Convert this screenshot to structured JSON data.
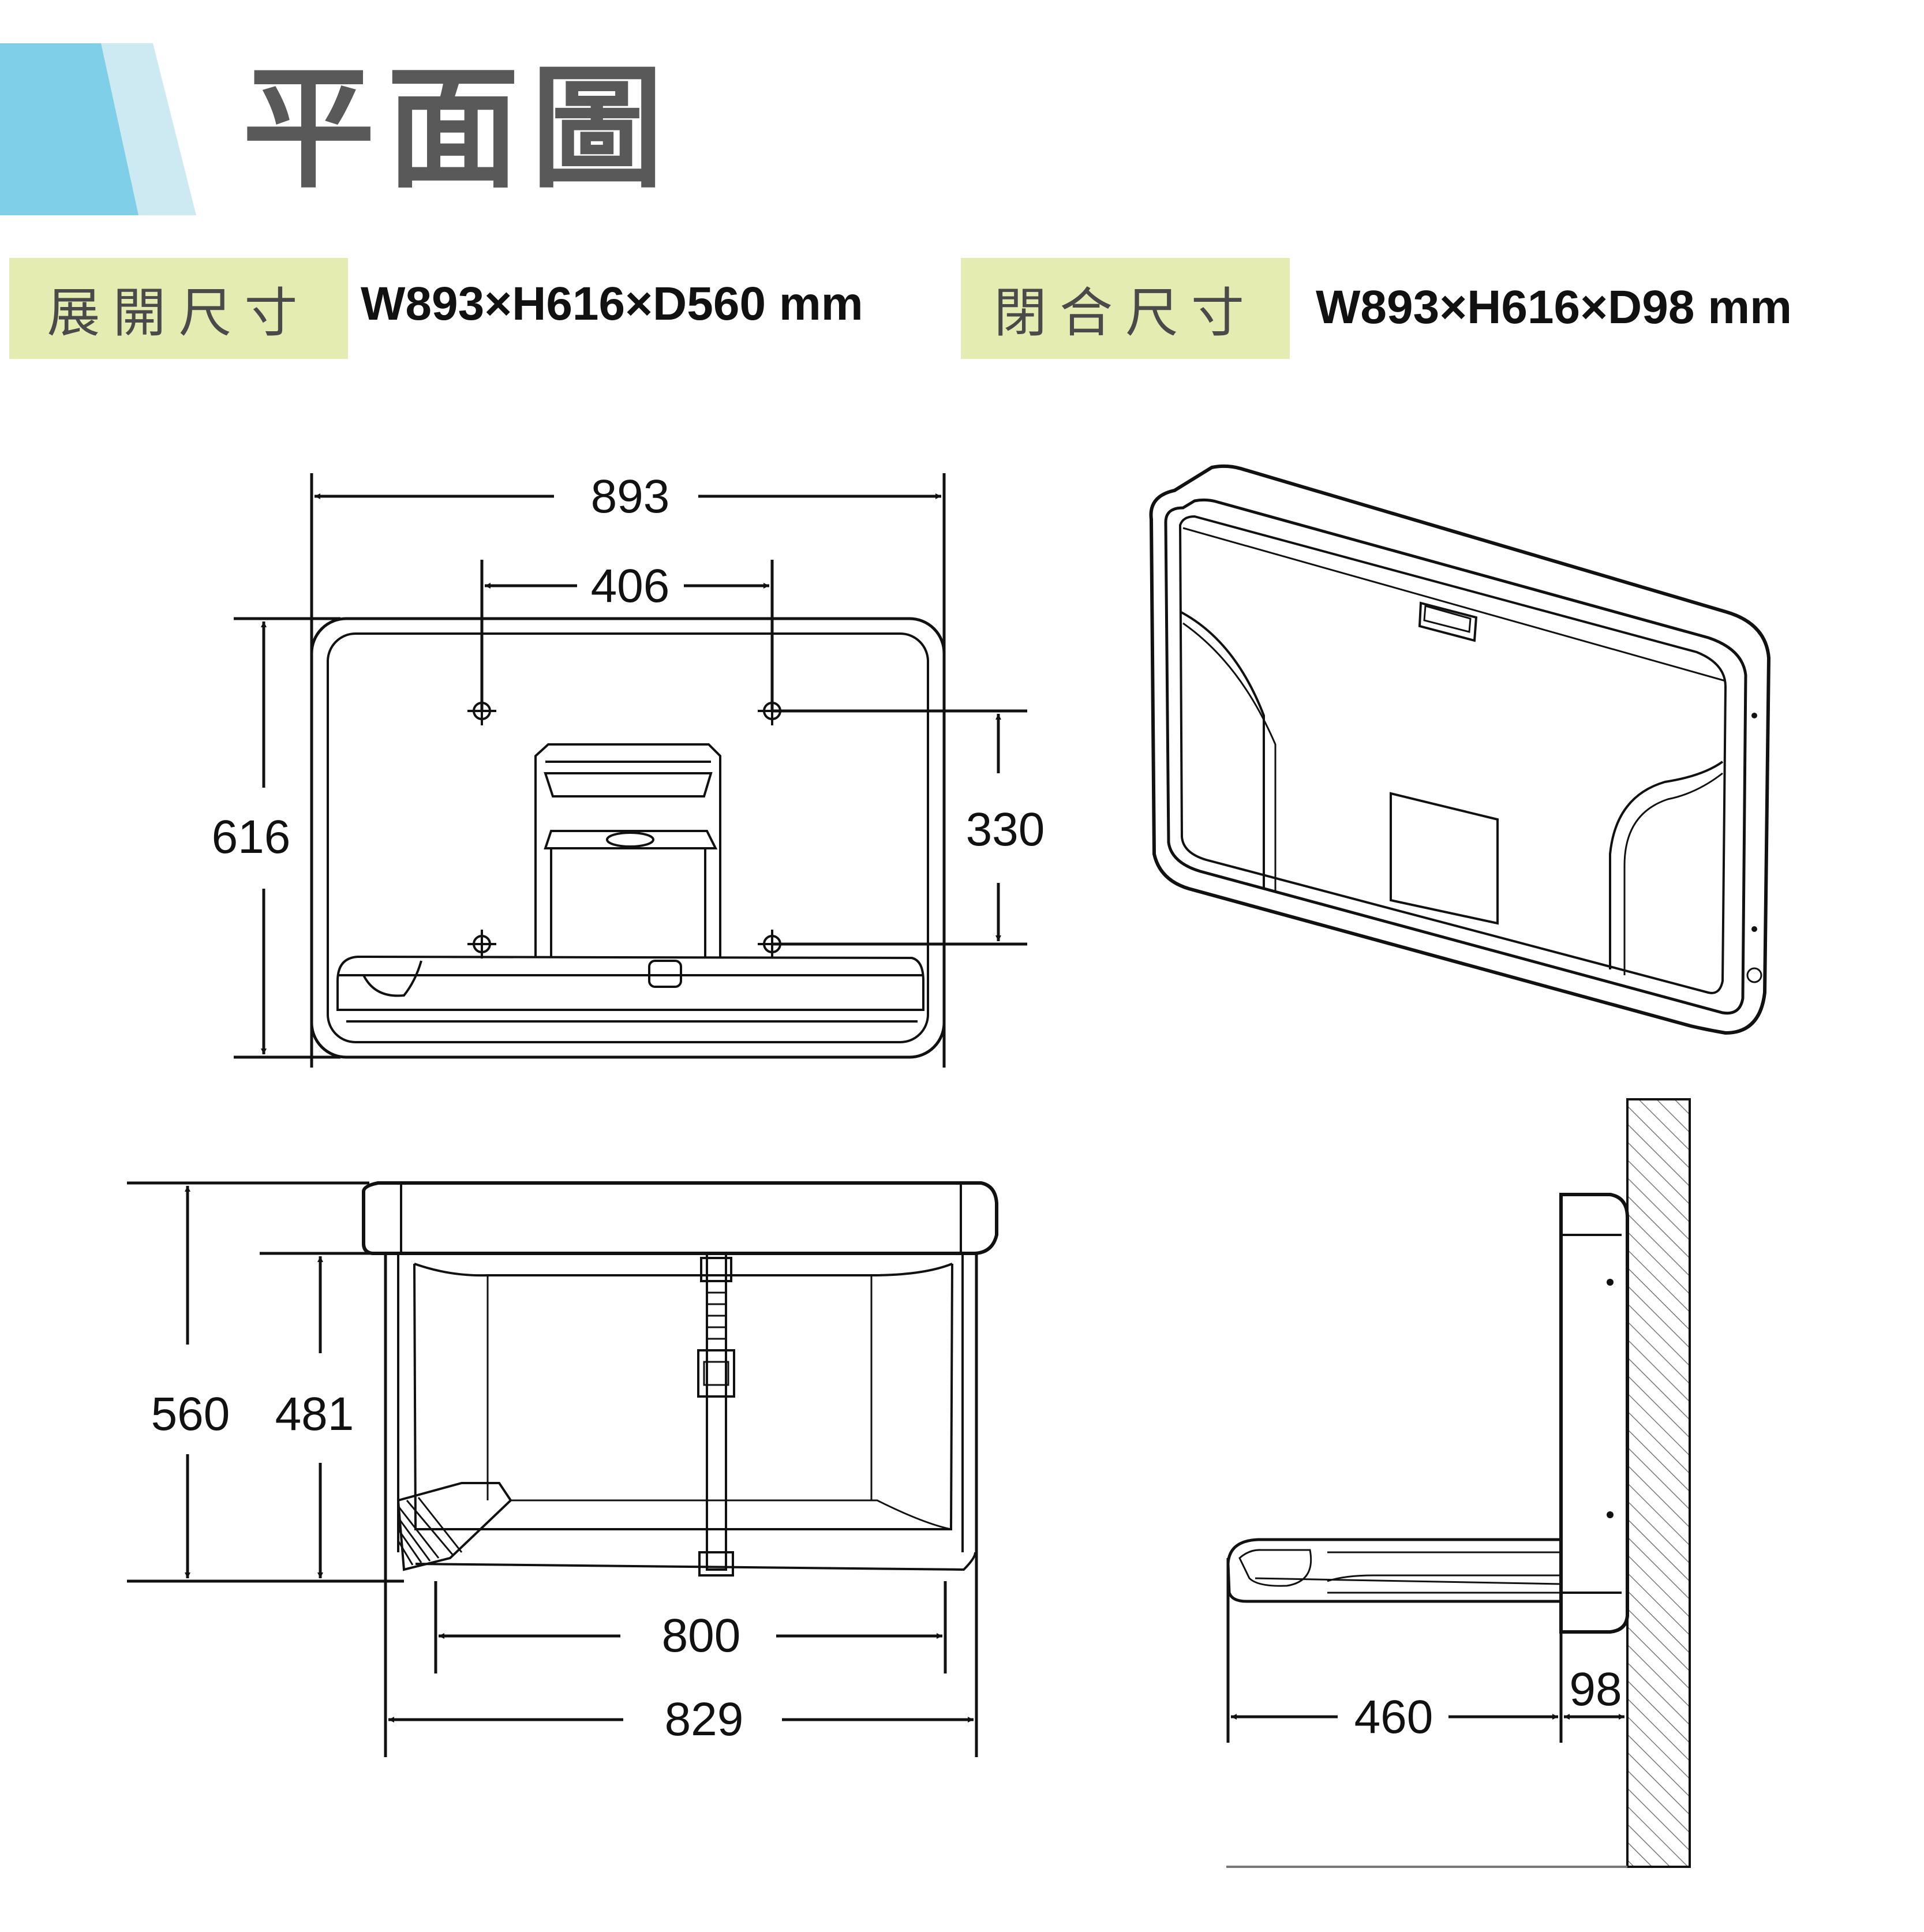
{
  "header": {
    "title": "平面圖",
    "accent_colors": [
      "#7fcfe8",
      "#cdeaf3"
    ]
  },
  "specs": {
    "open": {
      "label": "展開尺寸",
      "value": "W893×H616×D560 mm"
    },
    "closed": {
      "label": "閉合尺寸",
      "value": "W893×H616×D98 mm"
    },
    "label_bg": "#e5ecb2"
  },
  "front_view": {
    "width": "893",
    "hole_spacing": "406",
    "height": "616",
    "hole_vertical": "330"
  },
  "top_view": {
    "depth": "560",
    "inner_depth": "481",
    "inner_width": "800",
    "outer_width": "829"
  },
  "side_view": {
    "extension": "460",
    "closed_depth": "98"
  }
}
